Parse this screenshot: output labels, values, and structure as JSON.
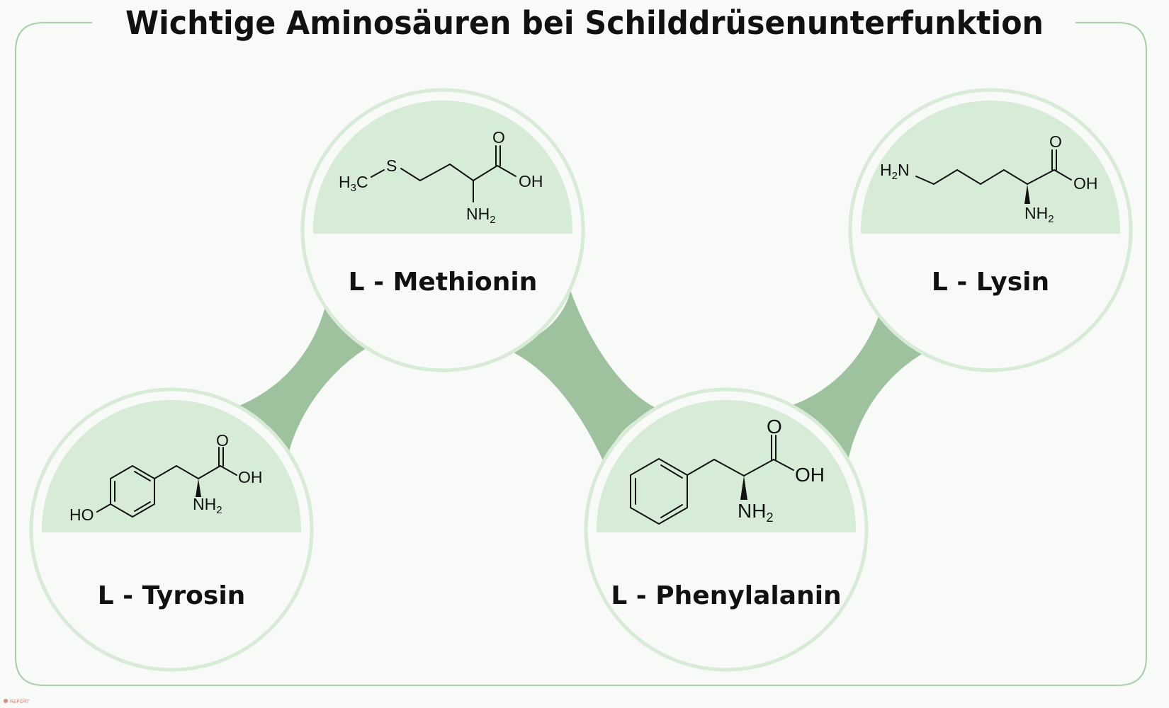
{
  "title": "Wichtige Aminosäuren bei Schilddrüsenunterfunktion",
  "colors": {
    "background": "#f7faf6",
    "frame": "#a9cfa9",
    "circle_fill": "#f7faf6",
    "circle_ring": "#d7ebd7",
    "structure_panel": "#d6ecd6",
    "connector": "#9dc29d",
    "text": "#111111"
  },
  "amino_acids": [
    {
      "id": "tyrosin",
      "name": "L - Tyrosin",
      "structure_labels": {
        "hydroxyl": "HO",
        "carbonyl": "O",
        "acid": "OH",
        "amine": "NH",
        "amine_sub": "2"
      }
    },
    {
      "id": "methionin",
      "name": "L - Methionin",
      "structure_labels": {
        "methyl": "H",
        "methyl_sub": "3",
        "methyl_c": "C",
        "sulfur": "S",
        "carbonyl": "O",
        "acid": "OH",
        "amine": "NH",
        "amine_sub": "2"
      }
    },
    {
      "id": "phenylalanin",
      "name": "L - Phenylalanin",
      "structure_labels": {
        "carbonyl": "O",
        "acid": "OH",
        "amine": "NH",
        "amine_sub": "2"
      }
    },
    {
      "id": "lysin",
      "name": "L - Lysin",
      "structure_labels": {
        "amine_left": "H",
        "amine_left_sub": "2",
        "amine_left_n": "N",
        "carbonyl": "O",
        "acid": "OH",
        "amine": "NH",
        "amine_sub": "2"
      }
    }
  ],
  "footer_mark": "REPORT"
}
